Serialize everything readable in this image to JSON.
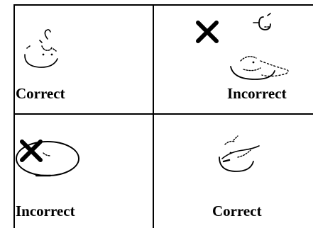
{
  "cells": [
    {
      "label": "Correct",
      "icon": "correct-placement-sketch"
    },
    {
      "label": "Incorrect",
      "icon": "incorrect-placement-sketch"
    },
    {
      "label": "Incorrect",
      "icon": "incorrect-placement-sketch"
    },
    {
      "label": "Correct",
      "icon": "correct-placement-sketch"
    }
  ],
  "colors": {
    "ink": "#000000",
    "background": "#ffffff"
  }
}
